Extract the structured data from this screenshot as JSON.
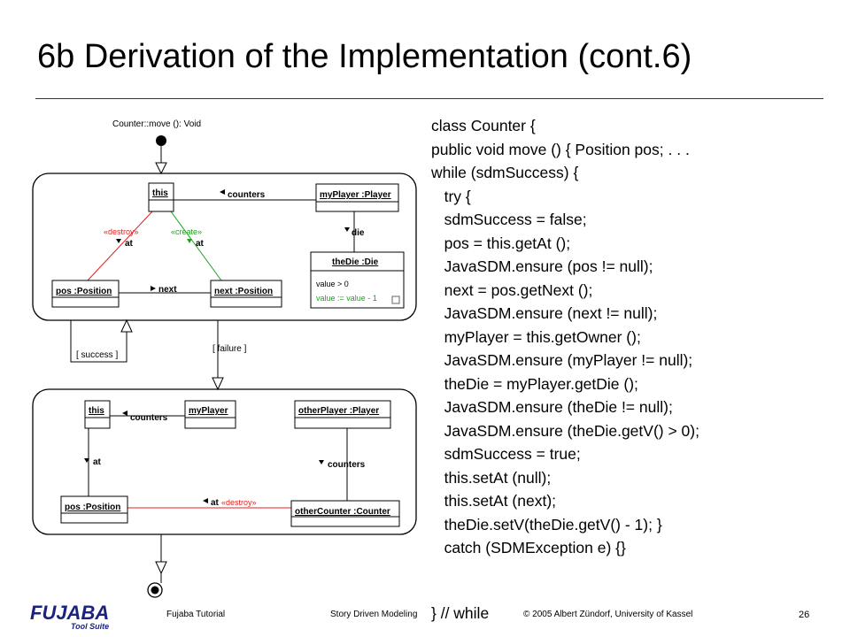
{
  "slide": {
    "title": "6b Derivation of the Implementation (cont.6)",
    "page_number": "26"
  },
  "diagram": {
    "method_signature": "Counter::move (): Void",
    "activity1": {
      "objects": {
        "this": "this",
        "myPlayer": "myPlayer :Player",
        "pos": "pos :Position",
        "next": "next :Position",
        "theDie": "theDie :Die"
      },
      "links": {
        "counters": "counters",
        "die": "die",
        "destroy_stereotype": "«destroy»",
        "create_stereotype": "«create»",
        "at_destroy": "at",
        "at_create": "at",
        "next": "next"
      },
      "die_attributes": {
        "condition": "value > 0",
        "assignment": "value := value - 1"
      }
    },
    "guards": {
      "success": "[ success ]",
      "failure": "[ failure ]"
    },
    "activity2": {
      "objects": {
        "this": "this",
        "myPlayer": "myPlayer",
        "otherPlayer": "otherPlayer :Player",
        "pos": "pos :Position",
        "otherCounter": "otherCounter :Counter"
      },
      "links": {
        "counters_top": "counters",
        "at_left": "at",
        "counters_right": "counters",
        "at_bottom": "at",
        "destroy_stereotype": "«destroy»"
      }
    },
    "colors": {
      "destroy": "#e02020",
      "create": "#20a020"
    }
  },
  "code_lines": [
    "class Counter {",
    "public void move () { Position pos; . . .",
    "while (sdmSuccess) {",
    "   try {",
    "   sdmSuccess = false;",
    "   pos = this.getAt ();",
    "   JavaSDM.ensure (pos != null);",
    "   next = pos.getNext ();",
    "   JavaSDM.ensure (next != null);",
    "   myPlayer = this.getOwner ();",
    "   JavaSDM.ensure (myPlayer != null);",
    "   theDie = myPlayer.getDie ();",
    "   JavaSDM.ensure (theDie != null);",
    "   JavaSDM.ensure (theDie.getV() > 0);",
    "   sdmSuccess = true;",
    "   this.setAt (null);",
    "   this.setAt (next);",
    "   theDie.setV(theDie.getV() - 1); }",
    "   catch (SDMException e) {}"
  ],
  "code_tail": "} // while",
  "footer": {
    "logo": "FUJABA",
    "logo_sub": "Tool Suite",
    "left": "Fujaba Tutorial",
    "center": "Story Driven Modeling",
    "right": "© 2005 Albert Zündorf, University of Kassel"
  }
}
